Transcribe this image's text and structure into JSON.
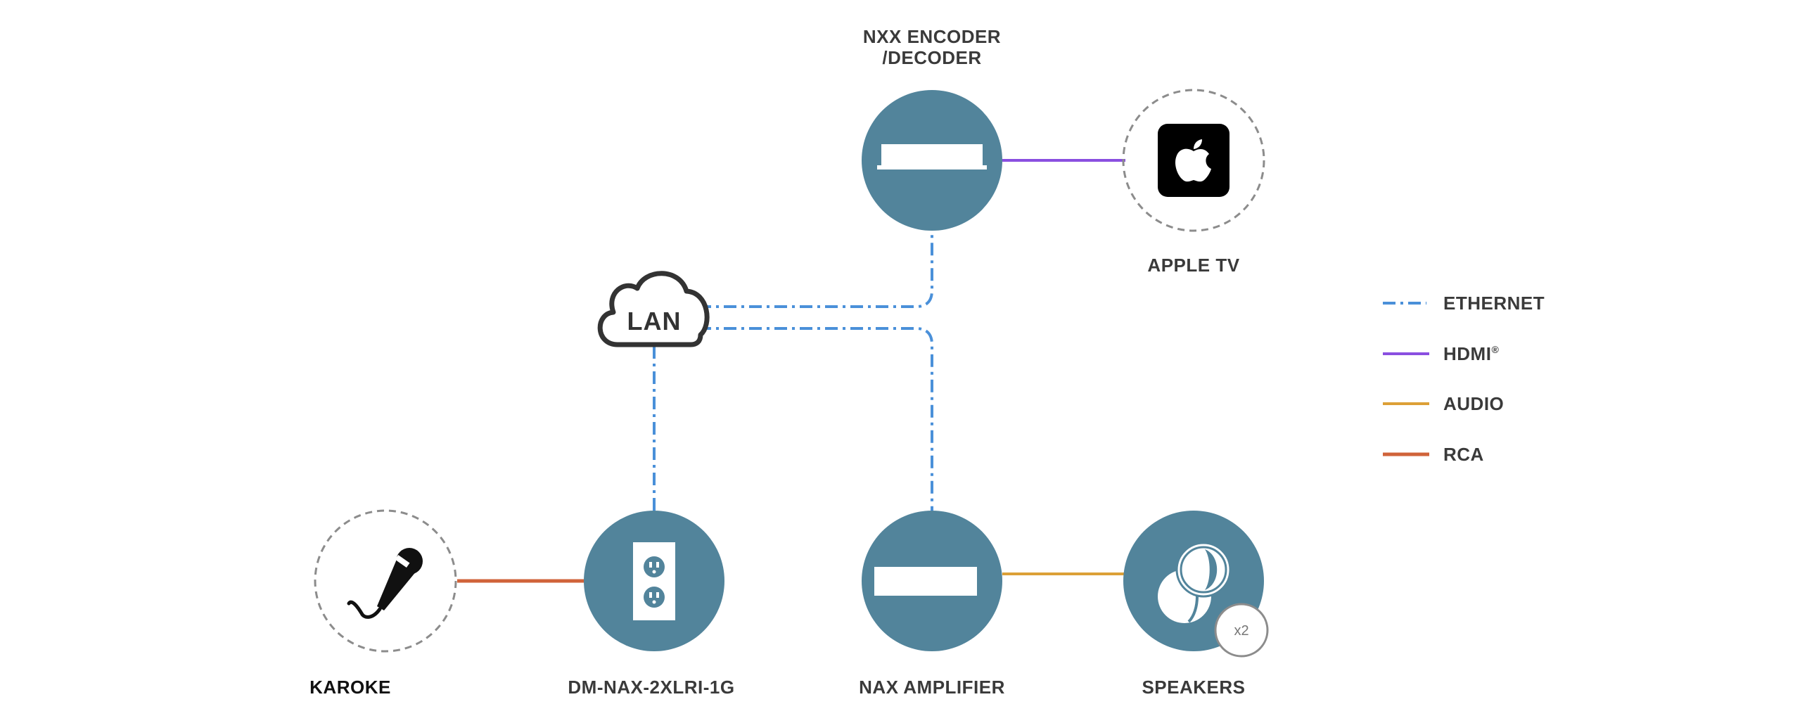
{
  "colors": {
    "node_fill": "#52849b",
    "ethernet": "#4a90d9",
    "hdmi": "#8a4fe0",
    "audio": "#dca037",
    "rca": "#d0633a",
    "dashed_ring": "#8c8c8c",
    "label": "#3a3a3a"
  },
  "nodes": {
    "encoder": {
      "label_line1": "NXX ENCODER",
      "label_line2": "/DECODER",
      "icon": "encoder-box-icon"
    },
    "apple_tv": {
      "label": "APPLE TV",
      "icon": "apple-tv-icon"
    },
    "lan": {
      "label": "LAN",
      "icon": "cloud-icon"
    },
    "karoke": {
      "label": "KAROKE",
      "icon": "microphone-icon"
    },
    "dm_nax": {
      "label": "DM-NAX-2XLRI-1G",
      "icon": "wall-outlet-icon"
    },
    "amplifier": {
      "label": "NAX AMPLIFIER",
      "icon": "amplifier-box-icon"
    },
    "speakers": {
      "label": "SPEAKERS",
      "badge": "x2",
      "icon": "speakers-icon"
    }
  },
  "legend": {
    "items": [
      {
        "label": "ETHERNET",
        "style": "dash-dot"
      },
      {
        "label": "HDMI",
        "superscript": "®",
        "style": "solid"
      },
      {
        "label": "AUDIO",
        "style": "solid"
      },
      {
        "label": "RCA",
        "style": "solid"
      }
    ]
  }
}
